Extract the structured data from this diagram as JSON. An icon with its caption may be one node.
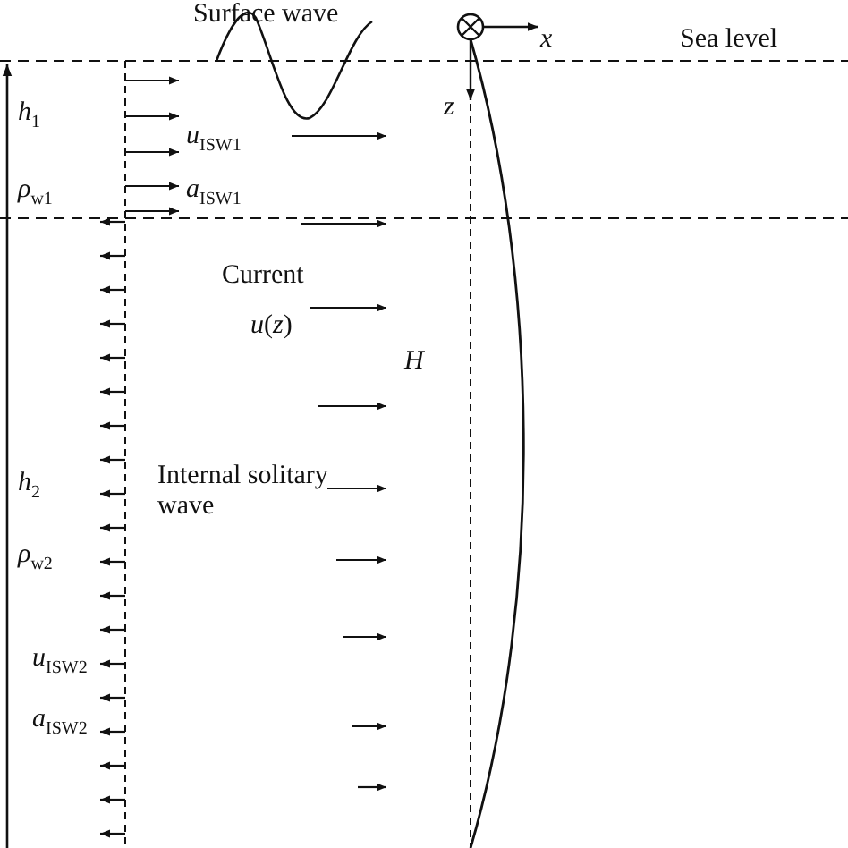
{
  "diagram": {
    "labels": [
      "Surface wave",
      "x",
      "Sea level",
      "z",
      "*h*$_{1}$",
      "*u*$_{ISW1}$",
      "*ρ*$_{w1}$",
      "*a*$_{ISW1}$",
      "Current",
      "*u*(*z*)",
      "H",
      "*h*$_{2}$",
      "Internal solitary wave",
      "*ρ*$_{w2}$",
      "*u*$_{ISW2}$",
      "*a*$_{ISW2}$"
    ]
  }
}
